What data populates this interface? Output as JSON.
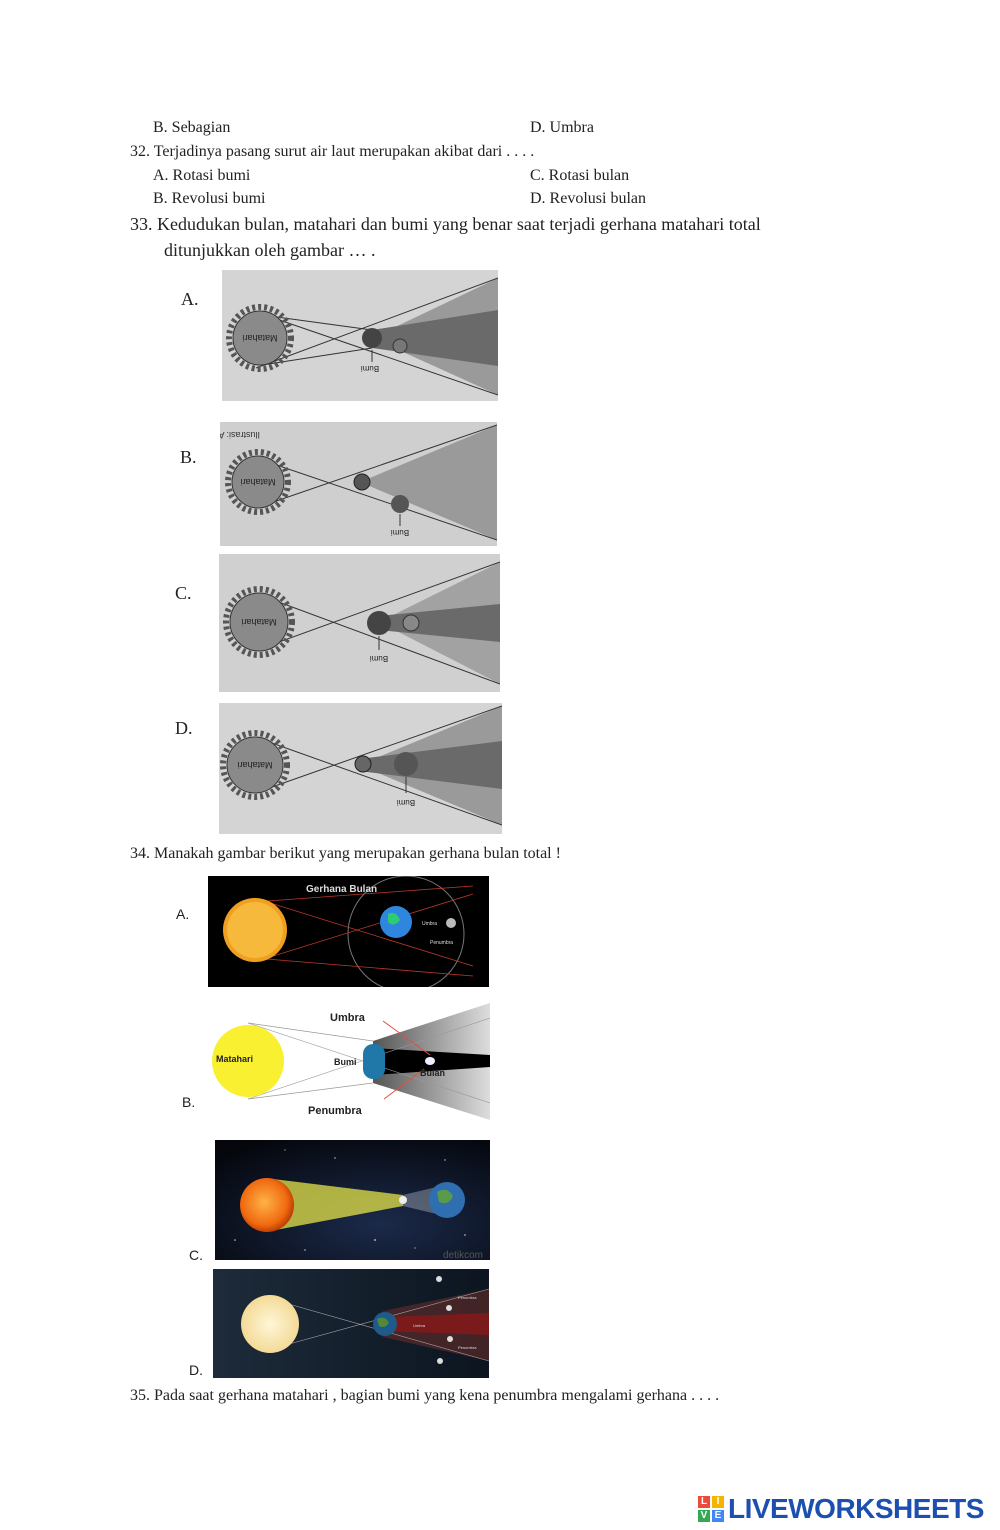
{
  "prev_options": {
    "b": "B.   Sebagian",
    "d": "D. Umbra"
  },
  "q32": {
    "text": "32. Terjadinya pasang surut air laut merupakan akibat dari . . . .",
    "a": "A.   Rotasi bumi",
    "c": "C. Rotasi bulan",
    "b": "B.   Revolusi bumi",
    "d": "D. Revolusi bulan"
  },
  "q33": {
    "line1": "33.  Kedudukan bulan, matahari dan bumi yang benar saat terjadi gerhana matahari total",
    "line2": "ditunjukkan oleh gambar … .",
    "opt_a": "A.",
    "opt_b": "B.",
    "opt_c": "C.",
    "opt_d": "D.",
    "sun_label": "Matahari",
    "earth_label": "Bumi",
    "credit": "Ilustrasi: Arif Nurcahyo"
  },
  "q34": {
    "text": "34.  Manakah gambar berikut yang merupakan gerhana bulan total !",
    "opt_a": "A.",
    "opt_b": "B.",
    "opt_c": "C.",
    "opt_d": "D.",
    "fig_a_title": "Gerhana Bulan",
    "fig_a_umbra": "Umbra",
    "fig_a_penumbra": "Penumbra",
    "fig_b_umbra": "Umbra",
    "fig_b_matahari": "Matahari",
    "fig_b_bumi": "Bumi",
    "fig_b_bulan": "Bulan",
    "fig_b_penumbra": "Penumbra",
    "fig_c_credit": "detikcom",
    "fig_d_umbra": "Umbra",
    "fig_d_penumbra": "Penumbra"
  },
  "q35": {
    "text": "35.  Pada saat gerhana matahari , bagian bumi yang kena penumbra mengalami gerhana . . . ."
  },
  "footer": {
    "brand": "LIVEWORKSHEETS",
    "mark": [
      "L",
      "I",
      "V",
      "E"
    ]
  },
  "colors": {
    "brand": "#1c4fb0",
    "mark": [
      "#e94b3c",
      "#f4b400",
      "#34a853",
      "#4285f4"
    ]
  }
}
